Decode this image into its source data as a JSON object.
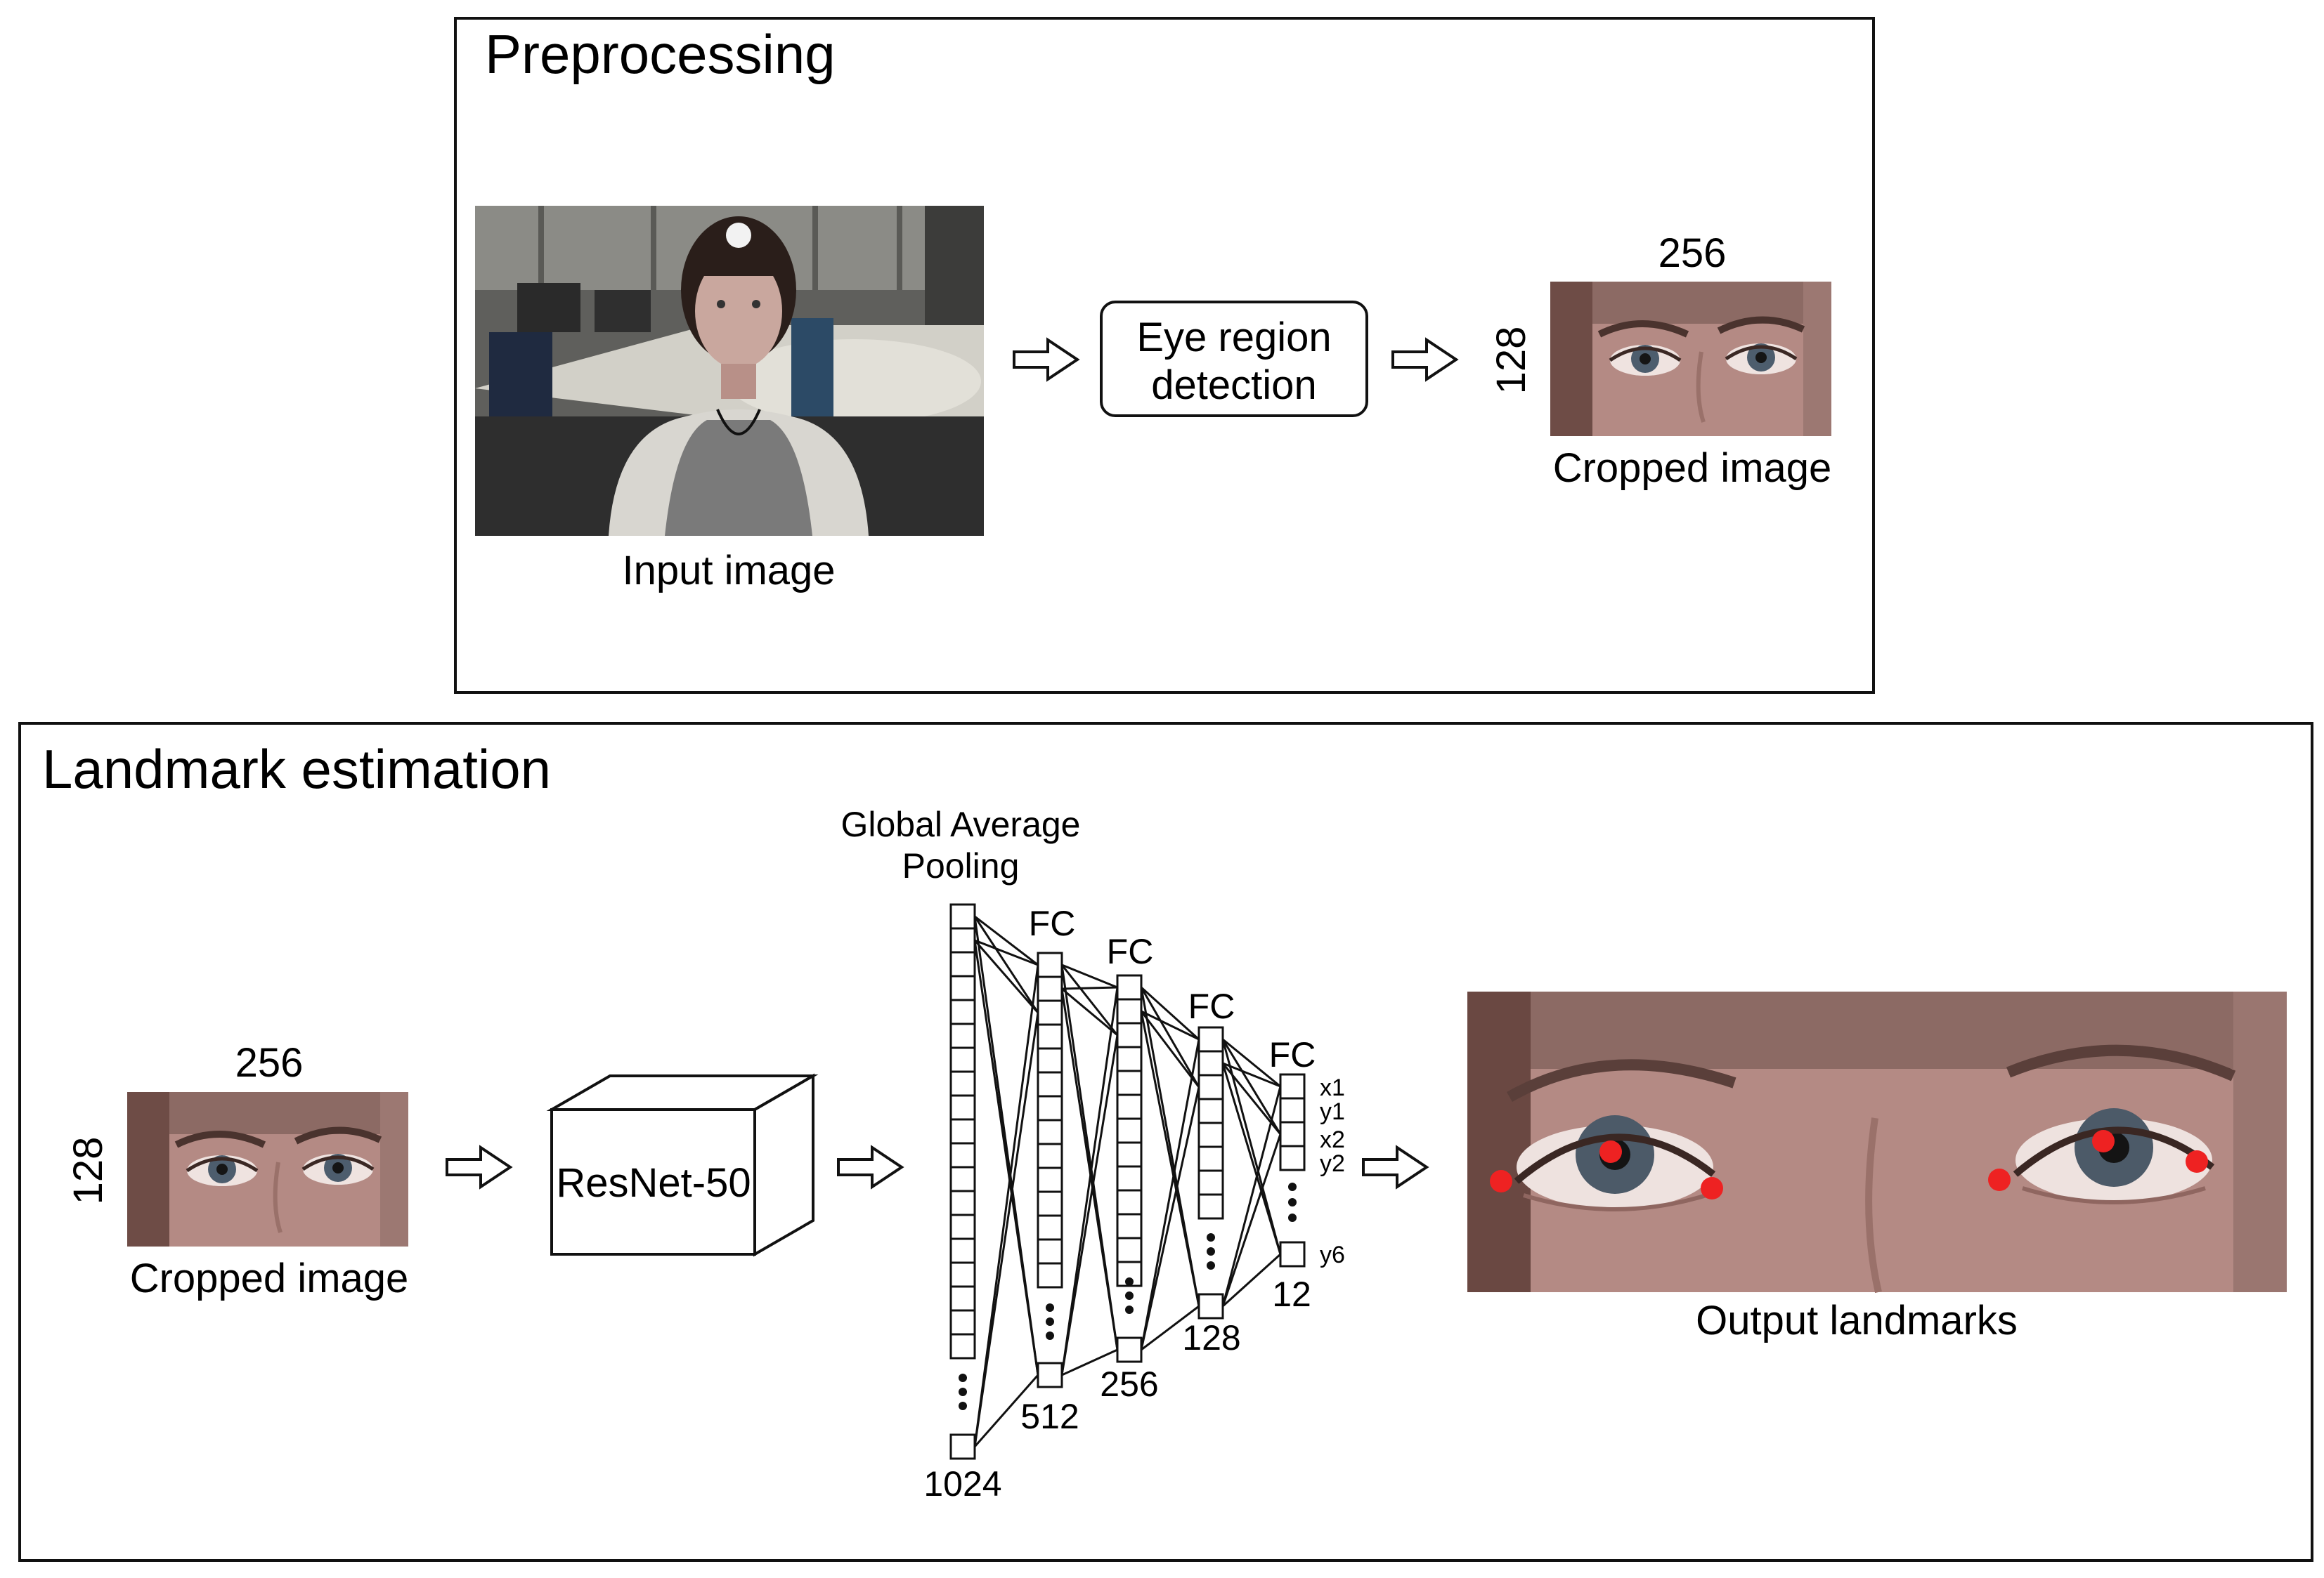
{
  "preprocessing": {
    "title": "Preprocessing",
    "input_label": "Input image",
    "detection_line1": "Eye region",
    "detection_line2": "detection",
    "crop_width": "256",
    "crop_height": "128",
    "crop_label": "Cropped image"
  },
  "landmark": {
    "title": "Landmark estimation",
    "crop_width": "256",
    "crop_height": "128",
    "crop_label": "Cropped image",
    "backbone_label": "ResNet-50",
    "gap_line1": "Global Average",
    "gap_line2": "Pooling",
    "fc_label": "FC",
    "layer_sizes": [
      "1024",
      "512",
      "256",
      "128",
      "12"
    ],
    "outputs": [
      "x1",
      "y1",
      "x2",
      "y2",
      "y6"
    ],
    "output_label": "Output landmarks"
  },
  "colors": {
    "landmark_dot": "#ee2222",
    "skin": "#b88f88",
    "room_wall": "#8a8a84",
    "sweater": "#777777"
  }
}
